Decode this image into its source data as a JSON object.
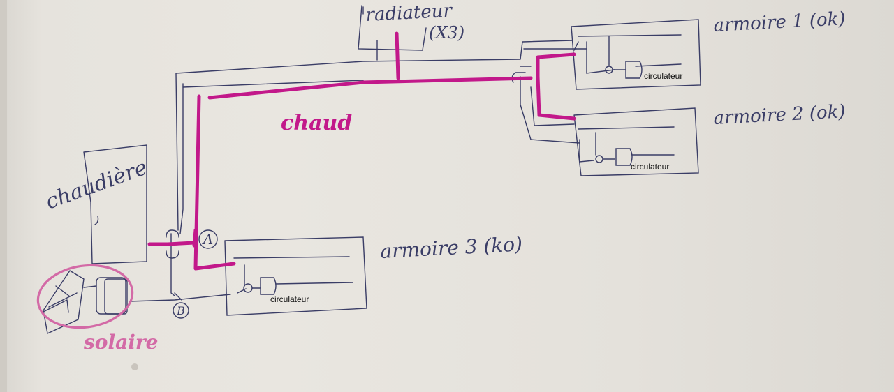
{
  "labels": {
    "radiateur": "radiateur",
    "radiateur_count": "(X3)",
    "armoire1": "armoire 1 (ok)",
    "armoire2": "armoire 2 (ok)",
    "armoire3": "armoire 3 (ko)",
    "chaudiere": "chaudière",
    "chaud": "chaud",
    "solaire": "solaire",
    "point_a": "A",
    "point_b": "B",
    "circulateur_1": "circulateur",
    "circulateur_2": "circulateur",
    "circulateur_3": "circulateur"
  },
  "colors": {
    "paper": "#e7e4de",
    "ink": "#3a3d66",
    "hot_pipe": "#c2188a",
    "solar_ring": "#d36aa6"
  }
}
